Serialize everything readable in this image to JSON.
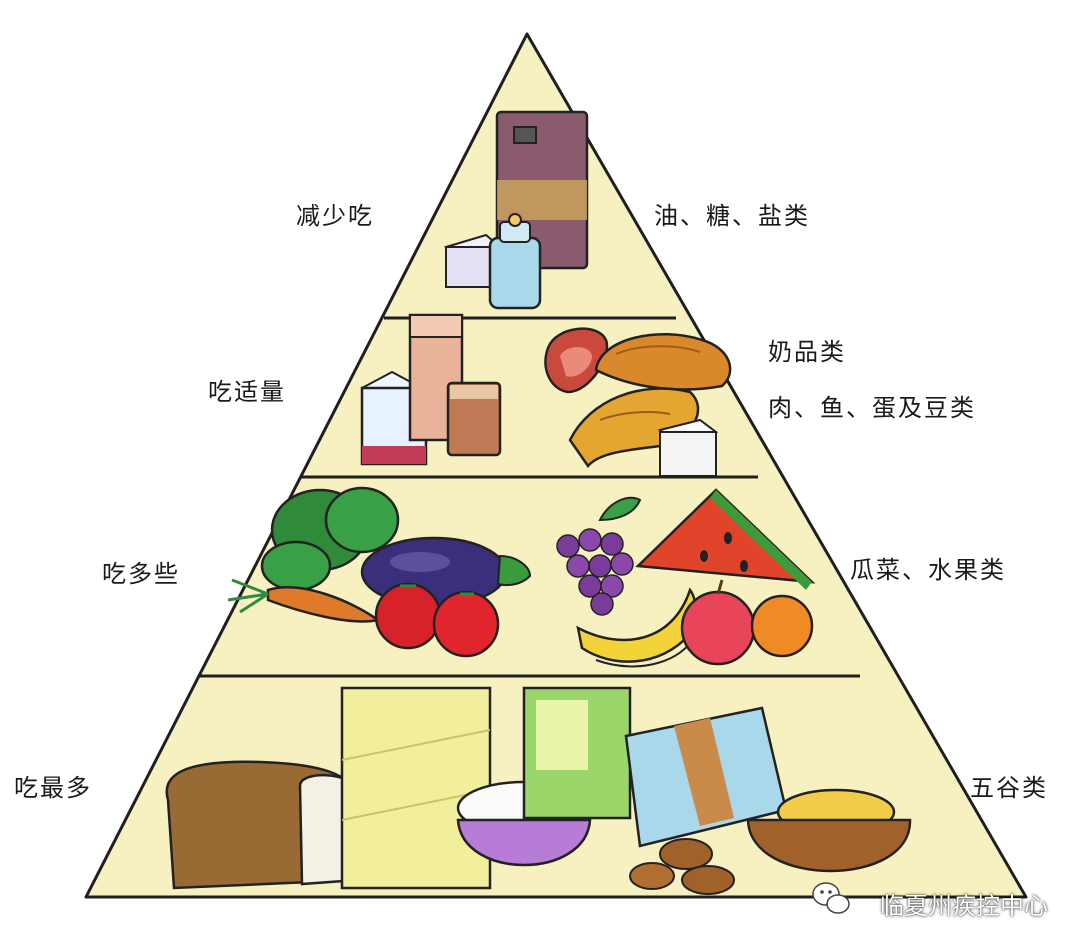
{
  "levels": [
    {
      "amount": "减少吃",
      "foods": [
        "油、糖、盐类"
      ]
    },
    {
      "amount": "吃适量",
      "foods": [
        "奶品类",
        "肉、鱼、蛋及豆类"
      ]
    },
    {
      "amount": "吃多些",
      "foods": [
        "瓜菜、水果类"
      ]
    },
    {
      "amount": "吃最多",
      "foods": [
        "五谷类"
      ]
    }
  ],
  "watermark": "临夏州疾控中心",
  "colors": {
    "pyramid_fill": "#f7f0c0",
    "outline": "#1f1f1f"
  },
  "icons": [
    "wechat-icon"
  ]
}
